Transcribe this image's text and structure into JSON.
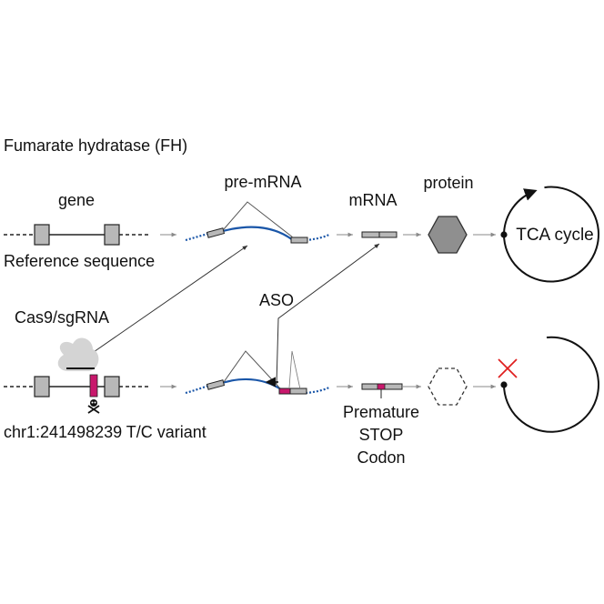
{
  "title": "Fumarate hydratase (FH)",
  "labels": {
    "gene": "gene",
    "pre_mrna": "pre-mRNA",
    "mrna": "mRNA",
    "protein": "protein",
    "tca_cycle": "TCA cycle",
    "reference_sequence": "Reference sequence",
    "cas9": "Cas9/sgRNA",
    "aso": "ASO",
    "variant": "chr1:241498239 T/C variant",
    "ptc_line1": "Premature",
    "ptc_line2": "STOP",
    "ptc_line3": "Codon"
  },
  "colors": {
    "exon_fill": "#b8b8b8",
    "stroke": "#222222",
    "rna_blue": "#1a56a8",
    "variant_magenta": "#c8186c",
    "protein_fill": "#8f8f8f",
    "cas9_fill": "#d4d4d4",
    "blocked_red": "#e02020",
    "arrow_gray": "#8a8a8a"
  },
  "icons": {
    "variant_marker": "skull-and-crossbones-icon",
    "blocked_marker": "red-x-icon"
  }
}
